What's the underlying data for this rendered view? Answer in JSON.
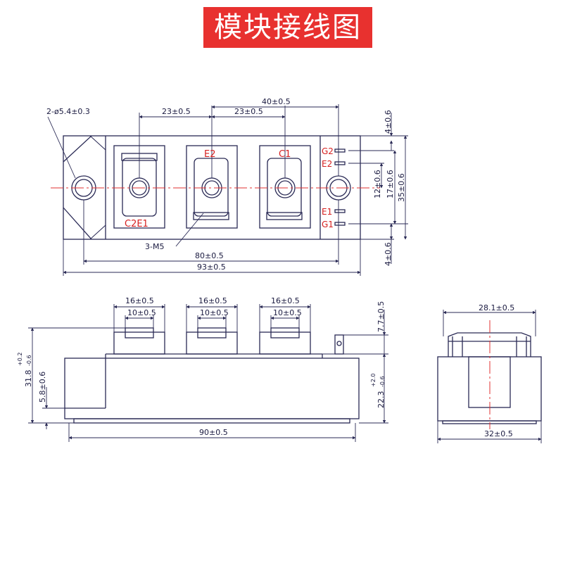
{
  "title": "模块接线图",
  "colors": {
    "title_bg": "#e8312f",
    "line": "#2a2a55",
    "label_red": "#d62020",
    "centerline": "#e03030"
  },
  "top_view": {
    "hole_label": "2-ø5.4±0.3",
    "screw_label": "3-M5",
    "dim_23_left": "23±0.5",
    "dim_23_right": "23±0.5",
    "dim_40": "40±0.5",
    "dim_80": "80±0.5",
    "dim_93": "93±0.5",
    "dim_4_top": "4±0.6",
    "dim_4_bottom": "4±0.6",
    "dim_12": "12±0.6",
    "dim_17": "17±0.6",
    "dim_35": "35±0.6",
    "terminals": {
      "c2e1": "C2E1",
      "e2": "E2",
      "c1": "C1"
    },
    "signals": {
      "g2": "G2",
      "e2": "E2",
      "e1": "E1",
      "g1": "G1"
    }
  },
  "front_view": {
    "dim_16a": "16±0.5",
    "dim_16b": "16±0.5",
    "dim_16c": "16±0.5",
    "dim_10a": "10±0.5",
    "dim_10b": "10±0.5",
    "dim_10c": "10±0.5",
    "dim_7_7": "7.7±0.5",
    "dim_31_8": "31.8",
    "dim_31_8_tol_plus": "+0.2",
    "dim_31_8_tol_minus": "-0.6",
    "dim_5_8": "5.8±0.6",
    "dim_22_3": "22.3",
    "dim_22_3_tol_plus": "+2.0",
    "dim_22_3_tol_minus": "-0.6",
    "dim_90": "90±0.5"
  },
  "side_view": {
    "dim_28_1": "28.1±0.5",
    "dim_32": "32±0.5"
  }
}
